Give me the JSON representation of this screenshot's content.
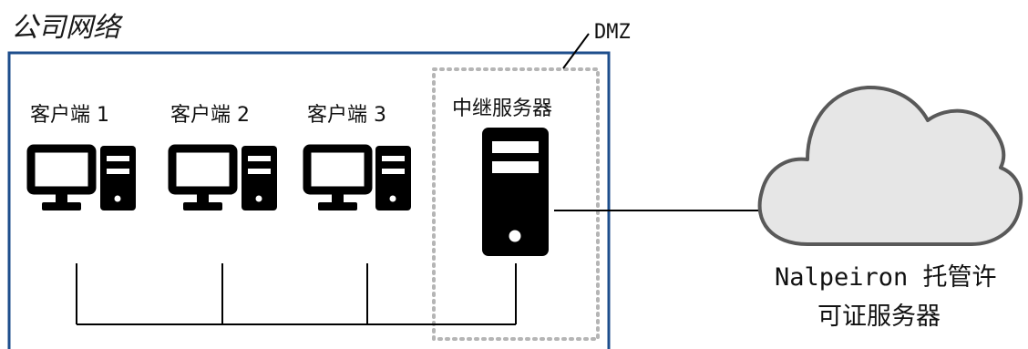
{
  "network": {
    "title": "公司网络"
  },
  "dmz": {
    "label": "DMZ"
  },
  "clients": [
    {
      "label": "客户端 1"
    },
    {
      "label": "客户端 2"
    },
    {
      "label": "客户端 3"
    }
  ],
  "relay": {
    "label": "中继服务器"
  },
  "cloud": {
    "line1": "Nalpeiron 托管许",
    "line2": "可证服务器"
  },
  "colors": {
    "network_border": "#1e4e8c",
    "dmz_border": "#b5b5b5",
    "cloud_fill": "#e6e6e6",
    "cloud_stroke": "#595959",
    "device": "#000000",
    "line": "#000000"
  }
}
